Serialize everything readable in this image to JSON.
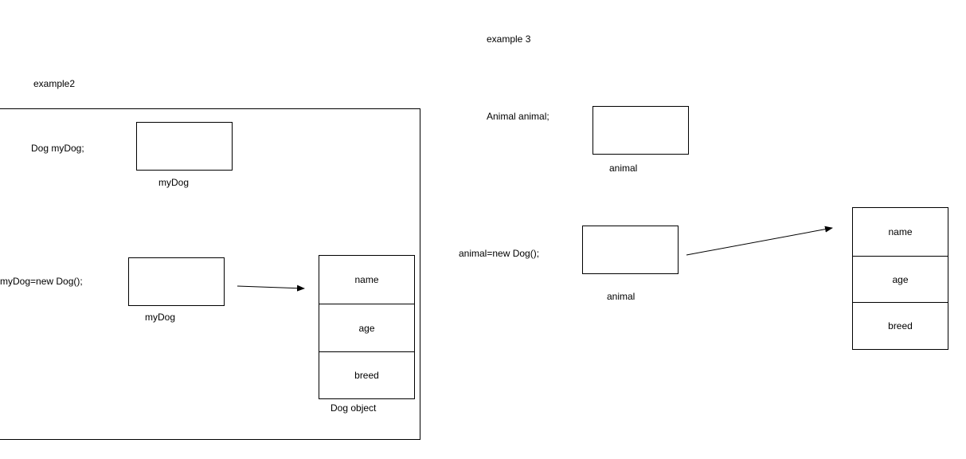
{
  "example2": {
    "title": "example2",
    "declaration": "Dog myDog;",
    "var_label_1": "myDog",
    "assignment": "myDog=new Dog();",
    "var_label_2": "myDog",
    "object_fields": [
      "name",
      "age",
      "breed"
    ],
    "object_caption": "Dog object"
  },
  "example3": {
    "title": "example 3",
    "declaration": "Animal animal;",
    "var_label_1": "animal",
    "assignment": "animal=new Dog();",
    "var_label_2": "animal",
    "object_fields": [
      "name",
      "age",
      "breed"
    ]
  }
}
